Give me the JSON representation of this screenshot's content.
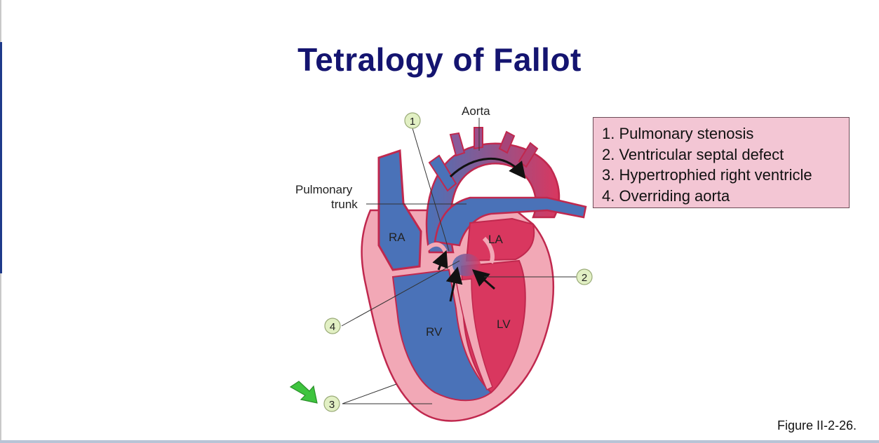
{
  "slide": {
    "title": "Tetralogy of Fallot",
    "caption": "Figure II-2-26."
  },
  "legend": {
    "items": [
      "1. Pulmonary stenosis",
      "2. Ventricular septal defect",
      "3. Hypertrophied right ventricle",
      "4. Overriding aorta"
    ]
  },
  "diagram": {
    "labels": {
      "aorta": "Aorta",
      "pulmonary_trunk_line1": "Pulmonary",
      "pulmonary_trunk_line2": "trunk",
      "ra": "RA",
      "la": "LA",
      "rv": "RV",
      "lv": "LV"
    },
    "callouts": [
      "1",
      "2",
      "3",
      "4"
    ]
  },
  "colors": {
    "deoxygenated": "#4a72b8",
    "oxygenated": "#d9375f",
    "wall": "#f2a8b6",
    "title": "#141470",
    "legend_bg": "#f3c6d4",
    "callout_bg": "#e2f0c4",
    "pointer": "#3ec43e"
  }
}
